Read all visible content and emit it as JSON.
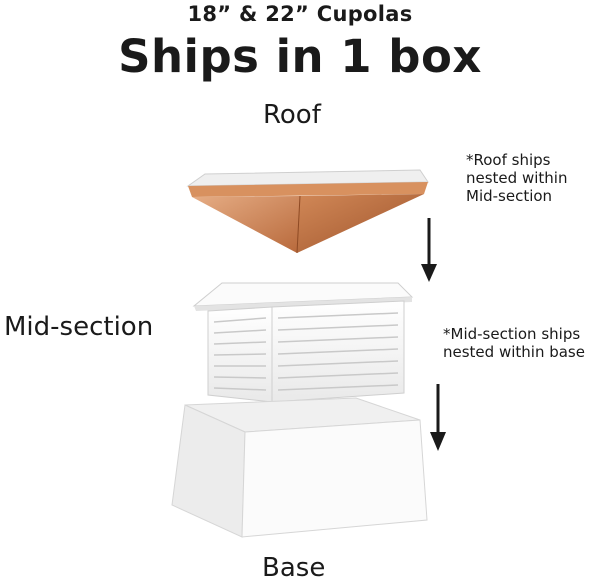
{
  "header": {
    "subtitle": "18” & 22” Cupolas",
    "headline": "Ships in 1 box"
  },
  "parts": {
    "roof": "Roof",
    "mid_section": "Mid-section",
    "base": "Base"
  },
  "notes": {
    "roof_note": [
      "*Roof ships",
      "nested within",
      "Mid-section"
    ],
    "mid_note": [
      "*Mid-section ships",
      "nested within base"
    ]
  },
  "colors": {
    "copper_light": "#e0a277",
    "copper_mid": "#c97a4c",
    "copper_dark": "#a4582e",
    "white_part": "#f7f7f7",
    "shadow": "#d2d2d2",
    "arrow": "#1a1a1a"
  },
  "icons": {
    "arrow1": "arrow-down-icon",
    "arrow2": "arrow-down-icon"
  }
}
